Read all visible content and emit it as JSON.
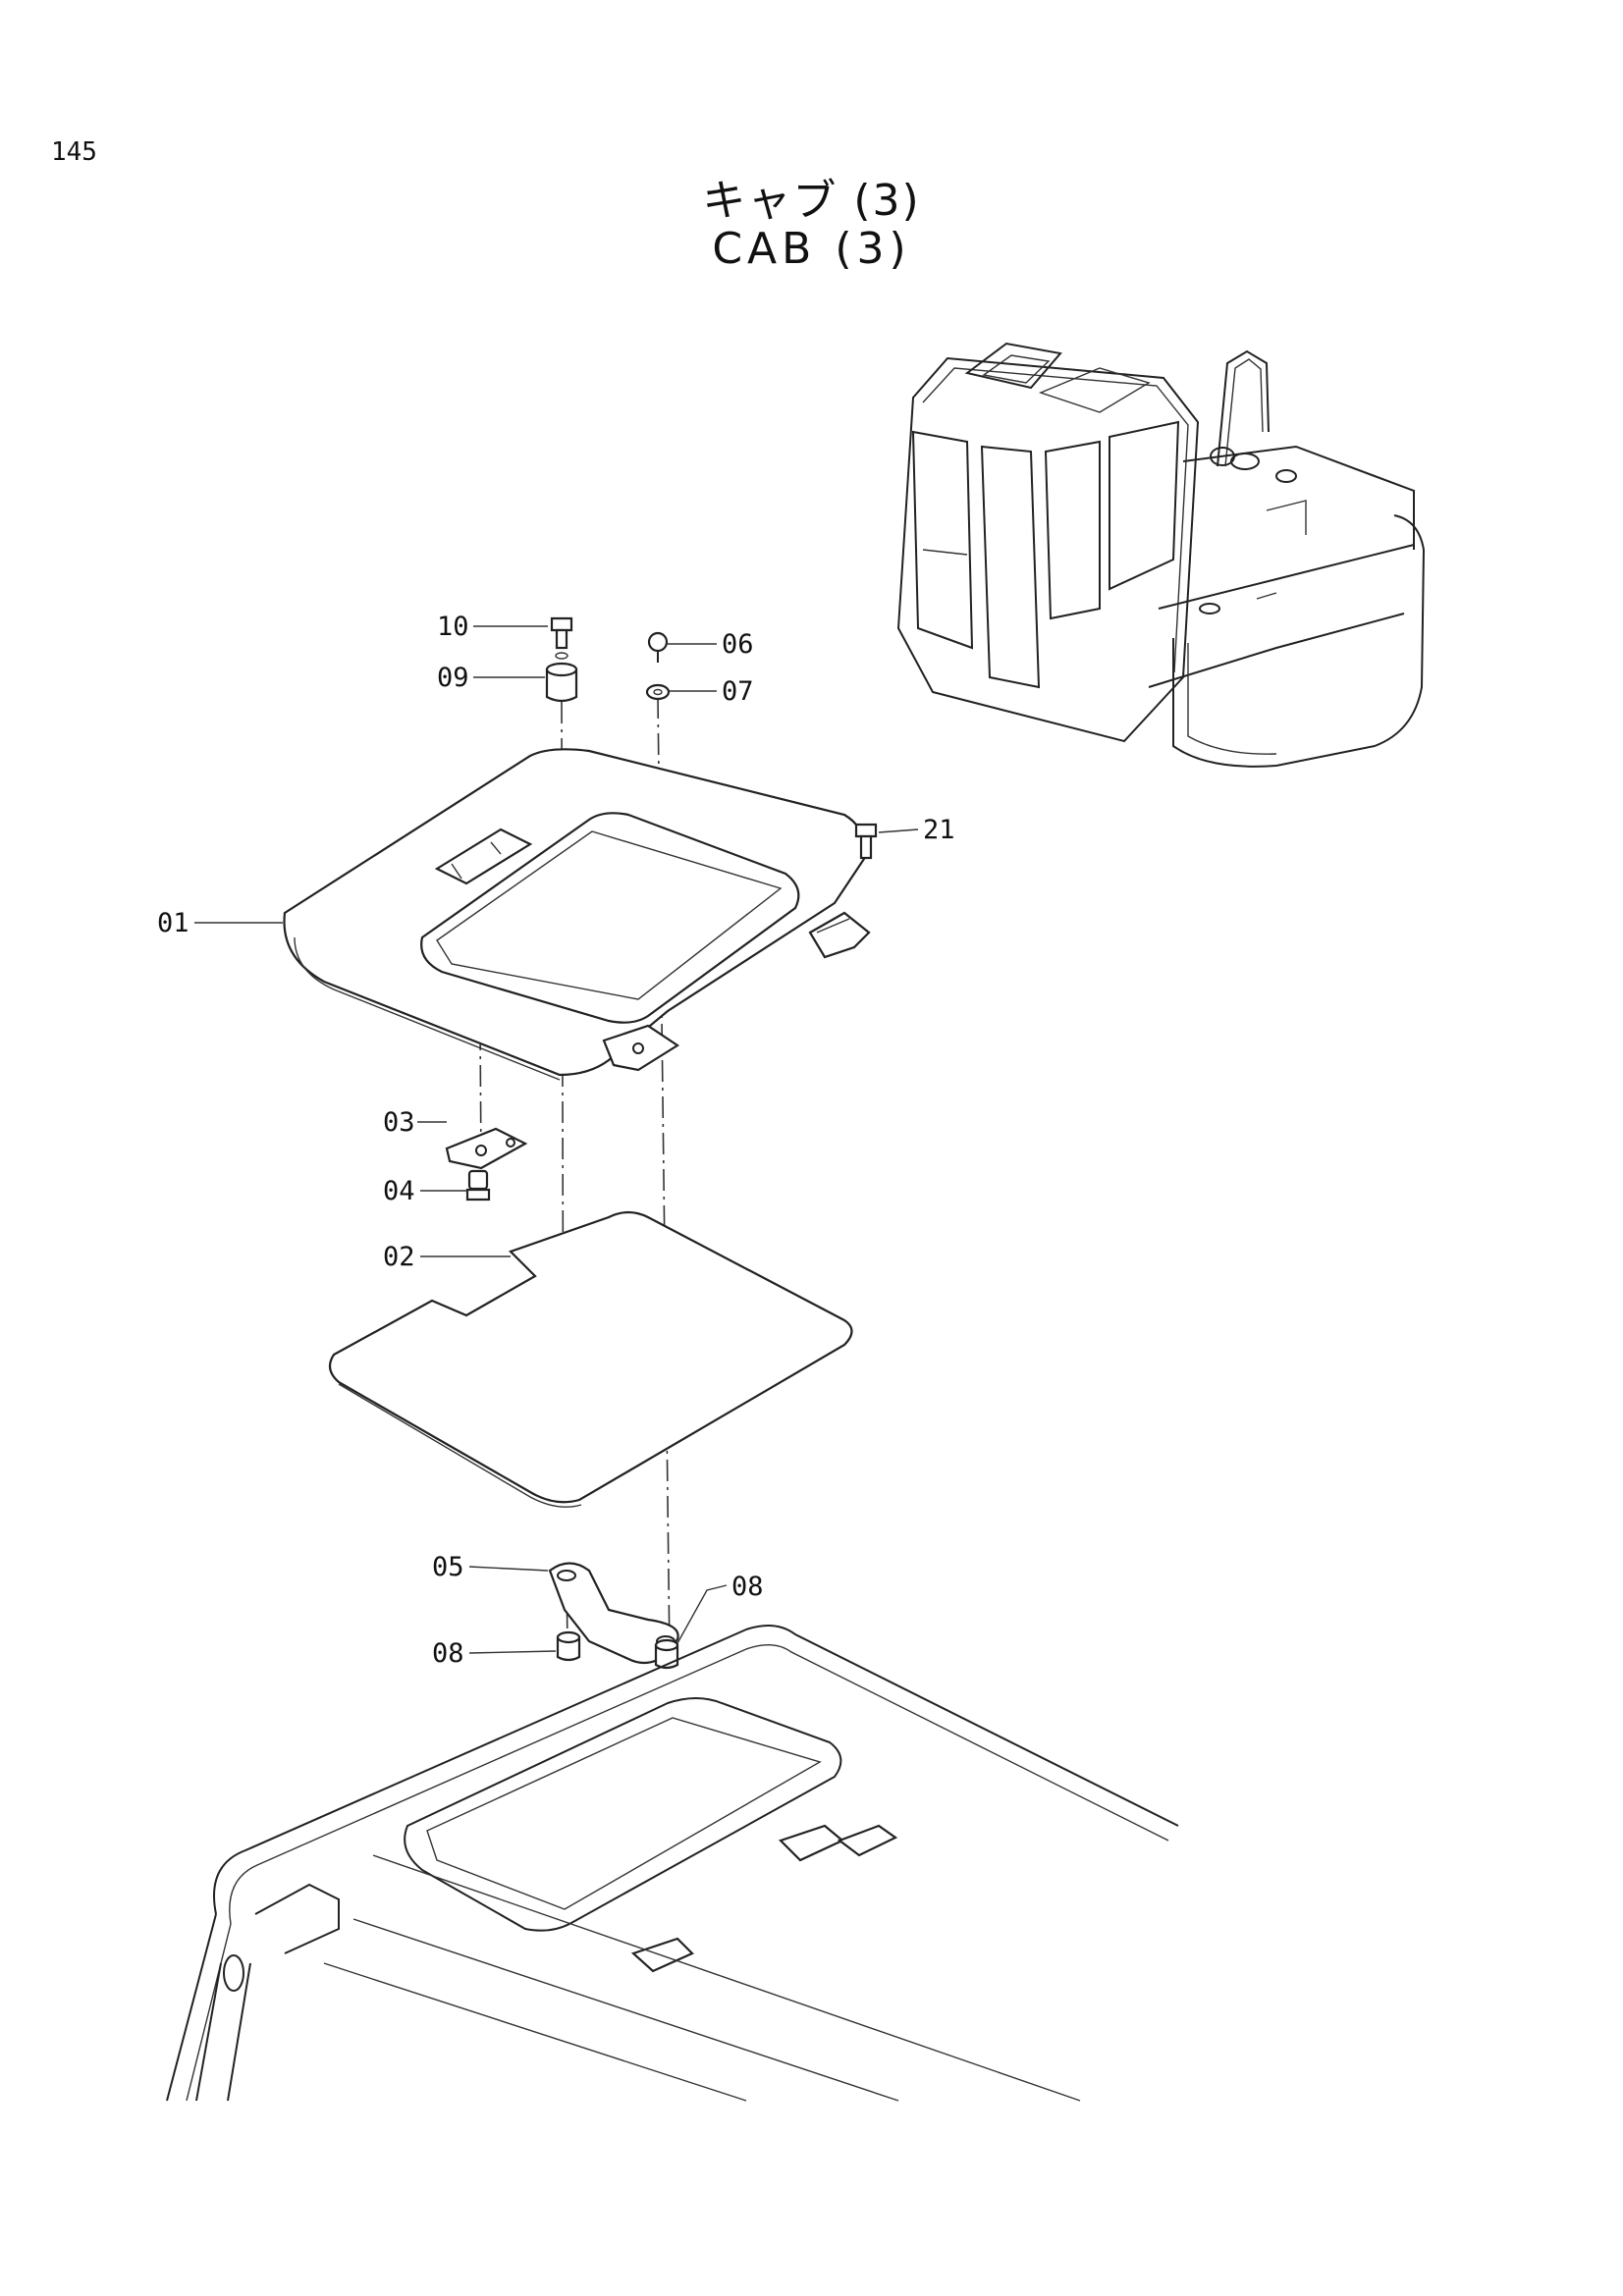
{
  "page_number": "145",
  "title_jp": "キャブ (3)",
  "title_en": "CAB (3)",
  "callouts": [
    {
      "id": "10",
      "label": "10"
    },
    {
      "id": "09",
      "label": "09"
    },
    {
      "id": "06",
      "label": "06"
    },
    {
      "id": "07",
      "label": "07"
    },
    {
      "id": "21",
      "label": "21"
    },
    {
      "id": "01",
      "label": "01"
    },
    {
      "id": "03",
      "label": "03"
    },
    {
      "id": "04",
      "label": "04"
    },
    {
      "id": "02",
      "label": "02"
    },
    {
      "id": "05",
      "label": "05"
    },
    {
      "id": "08a",
      "label": "08"
    },
    {
      "id": "08b",
      "label": "08"
    }
  ]
}
